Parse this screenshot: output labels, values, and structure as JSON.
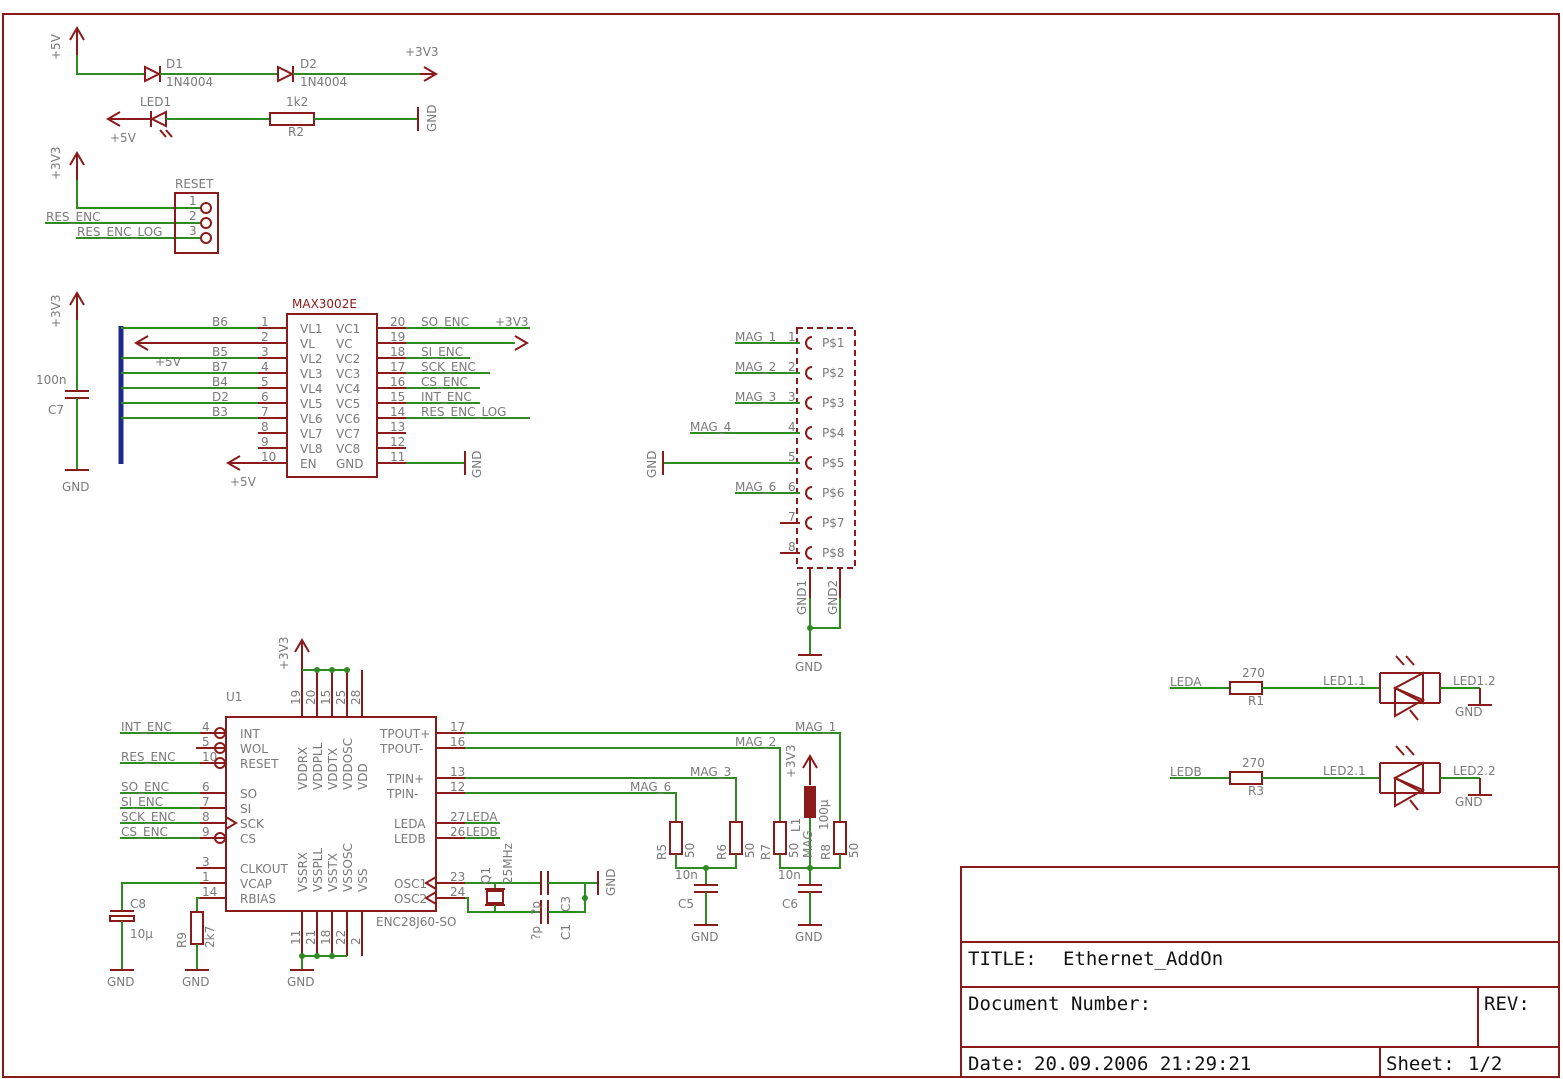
{
  "titleblock": {
    "title_label": "TITLE:",
    "title_value": "Ethernet_AddOn",
    "docnum_label": "Document Number:",
    "rev_label": "REV:",
    "date_label": "Date:",
    "date_value": "20.09.2006 21:29:21",
    "sheet_label": "Sheet:",
    "sheet_value": "1/2"
  },
  "power": {
    "p5v": "+5V",
    "p3v3": "+3V3",
    "gnd": "GND"
  },
  "parts": {
    "d1": "D1",
    "d2": "D2",
    "d_value": "1N4004",
    "led1": "LED1",
    "r2": "R2",
    "r2_value": "1k2",
    "reset": "RESET",
    "max": "MAX3002E",
    "c7": "C7",
    "c7_value": "100n",
    "u1": "U1",
    "enc": "ENC28J60-SO",
    "q1": "Q1",
    "q1_value": "25MHz",
    "c1": "C1",
    "c3": "C3",
    "c13_value": "?p",
    "c8": "C8",
    "c8_value": "10µ",
    "r9": "R9",
    "r9_value": "2k7",
    "r5": "R5",
    "r6": "R6",
    "r7": "R7",
    "r8": "R8",
    "r_mag_value": "50",
    "c5": "C5",
    "c6": "C6",
    "c56_value": "10n",
    "l1": "L1",
    "l1_value": "100µ",
    "mag": "MAG",
    "r1": "R1",
    "r3": "R3",
    "r_led_value": "270",
    "led1_1": "LED1.1",
    "led1_2": "LED1.2",
    "led2_1": "LED2.1",
    "led2_2": "LED2.2",
    "gnd1": "GND1",
    "gnd2": "GND2"
  },
  "nets": {
    "res_enc": "RES_ENC",
    "res_enc_log": "RES_ENC_LOG",
    "b6": "B6",
    "b5": "B5",
    "b7": "B7",
    "b4": "B4",
    "d2": "D2",
    "b3": "B3",
    "so_enc": "SO_ENC",
    "si_enc": "SI_ENC",
    "sck_enc": "SCK_ENC",
    "cs_enc": "CS_ENC",
    "int_enc": "INT_ENC",
    "mag_1": "MAG_1",
    "mag_2": "MAG_2",
    "mag_3": "MAG_3",
    "mag_4": "MAG_4",
    "mag_6": "MAG_6",
    "leda": "LEDA",
    "ledb": "LEDB"
  },
  "max_pins_left": [
    "VL1",
    "VL",
    "VL2",
    "VL3",
    "VL4",
    "VL5",
    "VL6",
    "VL7",
    "VL8",
    "EN"
  ],
  "max_nums_left": [
    "1",
    "2",
    "3",
    "4",
    "5",
    "6",
    "7",
    "8",
    "9",
    "10"
  ],
  "max_pins_right": [
    "VC1",
    "VC",
    "VC2",
    "VC3",
    "VC4",
    "VC5",
    "VC6",
    "VC7",
    "VC8",
    "GND"
  ],
  "max_nums_right": [
    "20",
    "19",
    "18",
    "17",
    "16",
    "15",
    "14",
    "13",
    "12",
    "11"
  ],
  "reset_pins": [
    "1",
    "2",
    "3"
  ],
  "conn_pads": [
    "P$1",
    "P$2",
    "P$3",
    "P$4",
    "P$5",
    "P$6",
    "P$7",
    "P$8"
  ],
  "conn_nums": [
    "1",
    "2",
    "3",
    "4",
    "5",
    "6",
    "7",
    "8"
  ],
  "conn_gnd_pins": [
    "GND1",
    "GND2"
  ],
  "enc_left": {
    "names": [
      "INT",
      "WOL",
      "RESET",
      "SO",
      "SI",
      "SCK",
      "CS",
      "CLKOUT",
      "VCAP",
      "RBIAS"
    ],
    "nums": [
      "4",
      "5",
      "10",
      "6",
      "7",
      "8",
      "9",
      "3",
      "1",
      "14"
    ]
  },
  "enc_right": {
    "names": [
      "TPOUT+",
      "TPOUT-",
      "TPIN+",
      "TPIN-",
      "LEDA",
      "LEDB",
      "OSC1",
      "OSC2"
    ],
    "nums": [
      "17",
      "16",
      "13",
      "12",
      "27",
      "26",
      "23",
      "24"
    ]
  },
  "enc_top": {
    "names": [
      "VDDRX",
      "VDDPLL",
      "VDDTX",
      "VDDOSC",
      "VDD"
    ],
    "nums": [
      "19",
      "20",
      "15",
      "25",
      "28"
    ]
  },
  "enc_bottom": {
    "names": [
      "VSSRX",
      "VSSPLL",
      "VSSTX",
      "VSSOSC",
      "VSS"
    ],
    "nums": [
      "11",
      "21",
      "18",
      "22",
      "2"
    ]
  }
}
